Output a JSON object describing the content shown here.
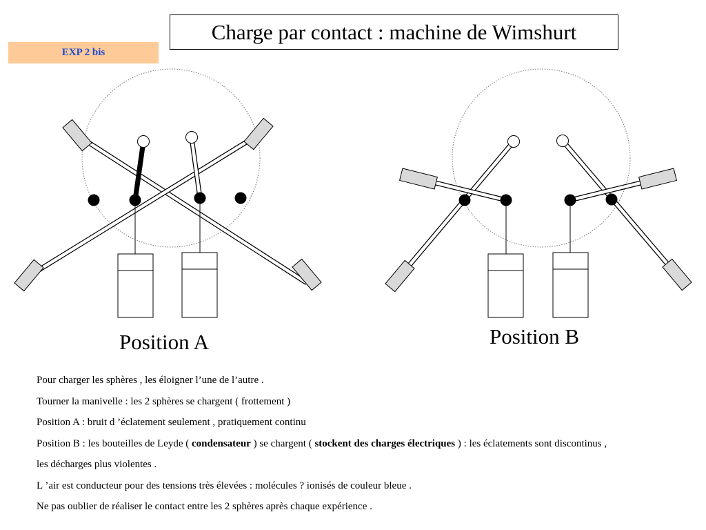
{
  "title": "Charge par contact : machine de Wimshurt",
  "tag": "EXP 2 bis",
  "positions": {
    "a_label": "Position A",
    "b_label": "Position B"
  },
  "notes": {
    "line1": "Pour charger les sphères , les éloigner l’une de l’autre .",
    "line2": "Tourner la manivelle : les 2 sphères se chargent ( frottement )",
    "line3": "Position A : bruit d ’éclatement seulement , pratiquement continu",
    "line4_a": "Position B : les bouteilles de Leyde ( ",
    "line4_b": "condensateur",
    "line4_c": " ) se chargent ( ",
    "line4_d": "stockent des charges électriques",
    "line4_e": " ) :  les éclatements sont discontinus ,",
    "line5": "les décharges plus violentes  .",
    "line6": "L ’air est conducteur pour des tensions très élevées : molécules ? ionisés de couleur bleue .",
    "line7": "Ne pas oublier de réaliser le contact entre les 2 sphères après chaque expérience ."
  },
  "colors": {
    "tag_bg": "#fdca98",
    "tag_text": "#1b4bd6",
    "brush_fill": "#d9d9d9"
  }
}
